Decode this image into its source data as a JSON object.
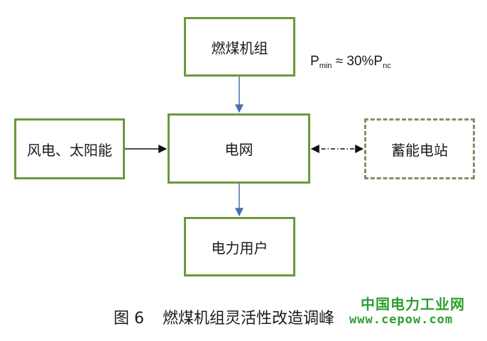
{
  "nodes": {
    "coal_unit": "燃煤机组",
    "grid": "电网",
    "renewables": "风电、太阳能",
    "storage": "蓄能电站",
    "users": "电力用户"
  },
  "annotation": {
    "p1": "P",
    "sub1": "min",
    "mid": " ≈ 30%P",
    "sub2": "nc"
  },
  "caption": {
    "number": "图 6",
    "text": "燃煤机组灵活性改造调峰"
  },
  "watermark": {
    "name": "中国电力工业网",
    "url": "www.cepow.com"
  },
  "colors": {
    "node_border": "#6a9a3a",
    "storage_border": "#8a8a6a",
    "arrow_blue": "#4a6fb0",
    "arrow_black": "#111111",
    "watermark": "#2e9e2e"
  }
}
